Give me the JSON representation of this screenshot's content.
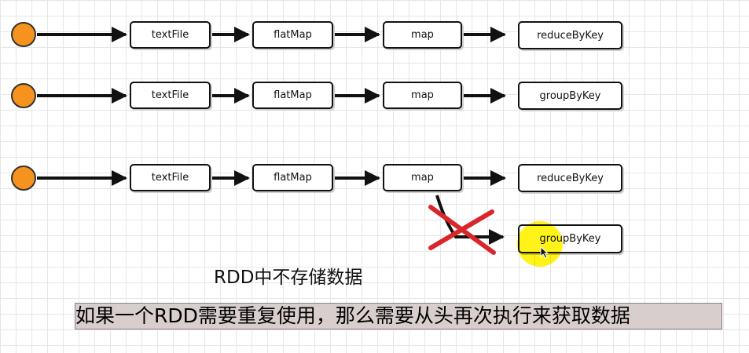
{
  "rows": [
    {
      "nodes": [
        "textFile",
        "flatMap",
        "map",
        "reduceByKey"
      ]
    },
    {
      "nodes": [
        "textFile",
        "flatMap",
        "map",
        "groupByKey"
      ]
    },
    {
      "nodes": [
        "textFile",
        "flatMap",
        "map",
        "reduceByKey"
      ],
      "branch": "groupByKey"
    }
  ],
  "colors": {
    "start_node": "#f6931e",
    "cross": "#d9262a",
    "highlight": "#fff200"
  },
  "caption": "RDD中不存储数据",
  "subtitle": "如果一个RDD需要重复使用，那么需要从头再次执行来获取数据"
}
